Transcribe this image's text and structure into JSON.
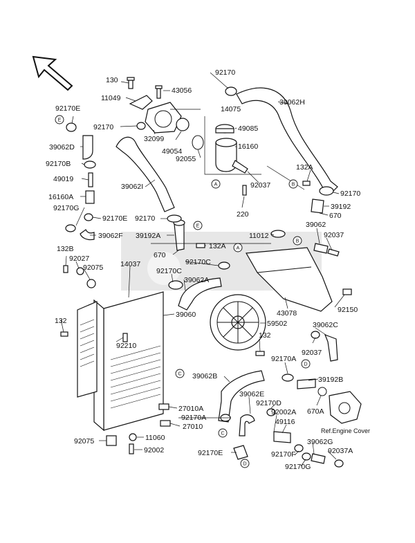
{
  "labels": {
    "p92170_top": "92170",
    "p130": "130",
    "p11049": "11049",
    "p43056": "43056",
    "p14075": "14075",
    "p39062H": "39062H",
    "p92170E_top": "92170E",
    "p92170_a": "92170",
    "p32099": "32099",
    "p49085": "49085",
    "p39062D": "39062D",
    "p49054": "49054",
    "p16160": "16160",
    "p92055": "92055",
    "p92170B": "92170B",
    "p132A_top": "132A",
    "p49019": "49019",
    "p39062I": "39062I",
    "p92037_a": "92037",
    "p92170_r": "92170",
    "p16160A": "16160A",
    "p92170G": "92170G",
    "p92170E_mid": "92170E",
    "p92170_m": "92170",
    "p220": "220",
    "p39192": "39192",
    "p670_r": "670",
    "p39062F": "39062F",
    "p39192A": "39192A",
    "p11012": "11012",
    "p39062_r": "39062",
    "p92037_r": "92037",
    "p132B": "132B",
    "p670_m": "670",
    "p132A_m": "132A",
    "p92027": "92027",
    "p14037": "14037",
    "p92170C_1": "92170C",
    "p92075_top": "92075",
    "p92170C_2": "92170C",
    "p39062A": "39062A",
    "p92150": "92150",
    "p132": "132",
    "p39060": "39060",
    "p43078": "43078",
    "p39062C": "39062C",
    "p59502": "59502",
    "p92210": "92210",
    "p132_m": "132",
    "p92037_b": "92037",
    "p92170A_r": "92170A",
    "p39062B": "39062B",
    "p39192B": "39192B",
    "p39062E": "39062E",
    "p92170D": "92170D",
    "p27010A": "27010A",
    "p92170A_l": "92170A",
    "p27010": "27010",
    "p670A": "670A",
    "p92002A": "92002A",
    "p49116": "49116",
    "p92075_bot": "92075",
    "p11060": "11060",
    "p92002": "92002",
    "p92170E_bot": "92170E",
    "p39062G": "39062G",
    "p92170F": "92170F",
    "p92037A": "92037A",
    "p92170G_bot": "92170G",
    "ref_engine_cover": "Ref.Engine Cover"
  },
  "callouts": {
    "A": "A",
    "B": "B",
    "C": "C",
    "D": "D",
    "E": "E"
  }
}
